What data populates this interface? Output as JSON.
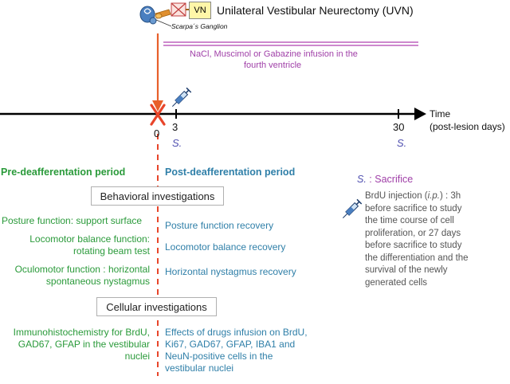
{
  "header": {
    "vn_label": "VN",
    "title": "Unilateral Vestibular Neurectomy (UVN)",
    "ganglion_label": "Scarpa´s Ganglion"
  },
  "infusion": {
    "line1": "NaCl, Muscimol or Gabazine infusion in the",
    "line2": "fourth ventricle"
  },
  "timeline": {
    "axis_label_1": "Time",
    "axis_label_2": "(post-lesion days)",
    "tick_0": "0",
    "tick_3": "3",
    "tick_30": "30",
    "sacrifice_marker": "S."
  },
  "periods": {
    "pre": "Pre-deafferentation period",
    "post": "Post-deafferentation period"
  },
  "legend": {
    "sacrifice_symbol": "S.",
    "sacrifice_text": ": Sacrifice",
    "brdu_line1_a": "BrdU injection (",
    "brdu_line1_ip": "i.p.",
    "brdu_line1_b": ") : 3h",
    "brdu_line2": "before sacrifice to study",
    "brdu_line3": "the time course of cell",
    "brdu_line4": "proliferation, or 27 days",
    "brdu_line5": "before sacrifice to study",
    "brdu_line6": "the differentiation and the",
    "brdu_line7": "survival of  the newly",
    "brdu_line8": "generated cells"
  },
  "behavioral": {
    "heading": "Behavioral investigations",
    "pre_1": "Posture function: support surface",
    "pre_2a": "Locomotor balance function:",
    "pre_2b": "rotating beam test",
    "pre_3a": "Oculomotor function : horizontal",
    "pre_3b": "spontaneous  nystagmus",
    "post_1": "Posture function recovery",
    "post_2": "Locomotor balance recovery",
    "post_3": "Horizontal nystagmus recovery"
  },
  "cellular": {
    "heading": "Cellular investigations",
    "pre_a": "Immunohistochemistry for BrdU,",
    "pre_b": "GAD67, GFAP in the vestibular",
    "pre_c": "nuclei",
    "post_a": "Effects of drugs infusion on BrdU,",
    "post_b": "Ki67, GAD67, GFAP, IBA1 and",
    "post_c": "NeuN-positive cells in the",
    "post_d": "vestibular nuclei"
  },
  "colors": {
    "pre": "#2a9a3a",
    "post": "#2f7fa8",
    "infusion": "#a040a8",
    "lesion_x": "#e8452a",
    "arrow": "#e8602a"
  },
  "icons": [
    "inner-ear-icon",
    "syringe-icon",
    "lesion-x-icon"
  ]
}
